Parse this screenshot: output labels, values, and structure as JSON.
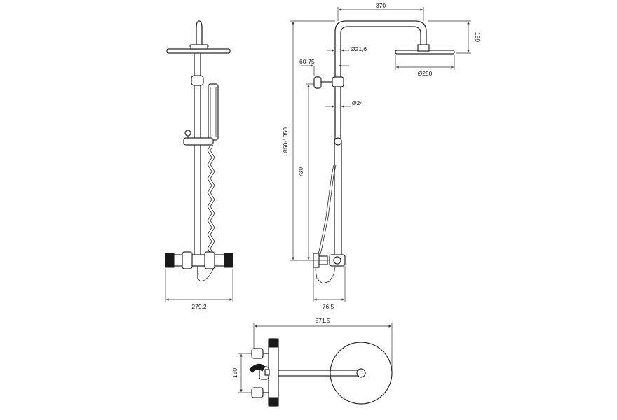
{
  "dimensions": {
    "front_width": "279,2",
    "top_arm": "370",
    "head_height": "139",
    "pipe_upper_dia": "Ø21,6",
    "offset": "60-75",
    "head_dia": "Ø250",
    "pipe_lower_dia": "Ø24",
    "total_height": "850-1350",
    "slide_height": "730",
    "wall_depth": "76,5",
    "top_span": "571,5",
    "handle_spacing": "150"
  }
}
